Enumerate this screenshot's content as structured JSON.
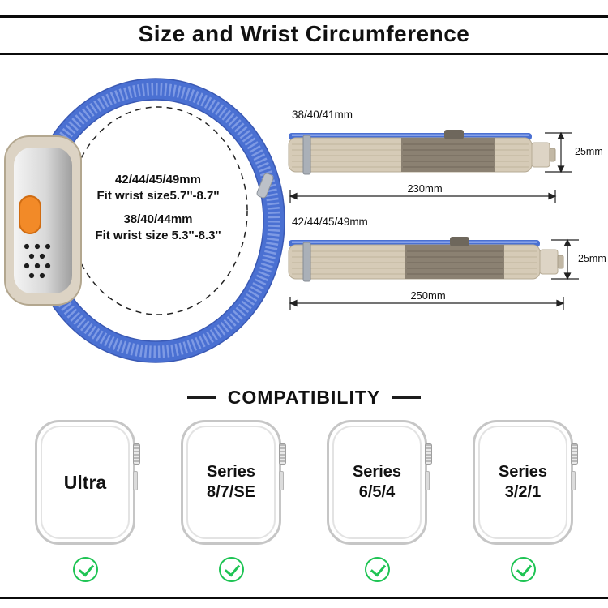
{
  "header": {
    "title": "Size and Wrist Circumference"
  },
  "watch_graphic": {
    "size_text": {
      "line1": "42/44/45/49mm",
      "line2": "Fit wrist size5.7''-8.7''",
      "line3": "38/40/44mm",
      "line4": "Fit wrist size 5.3''-8.3''"
    }
  },
  "bands": [
    {
      "label": "38/40/41mm",
      "band_width": "25mm",
      "band_length": "230mm"
    },
    {
      "label": "42/44/45/49mm",
      "band_width": "25mm",
      "band_length": "250mm"
    }
  ],
  "compatibility": {
    "title": "COMPATIBILITY",
    "models": [
      {
        "line1": "Ultra",
        "line2": ""
      },
      {
        "line1": "Series",
        "line2": "8/7/SE"
      },
      {
        "line1": "Series",
        "line2": "6/5/4"
      },
      {
        "line1": "Series",
        "line2": "3/2/1"
      }
    ]
  },
  "colors": {
    "band_blue": "#4a70d2",
    "band_tan": "#d6cbb7",
    "band_gray": "#8b8172",
    "action_button_orange": "#f28a28",
    "check_green": "#1fc454"
  }
}
